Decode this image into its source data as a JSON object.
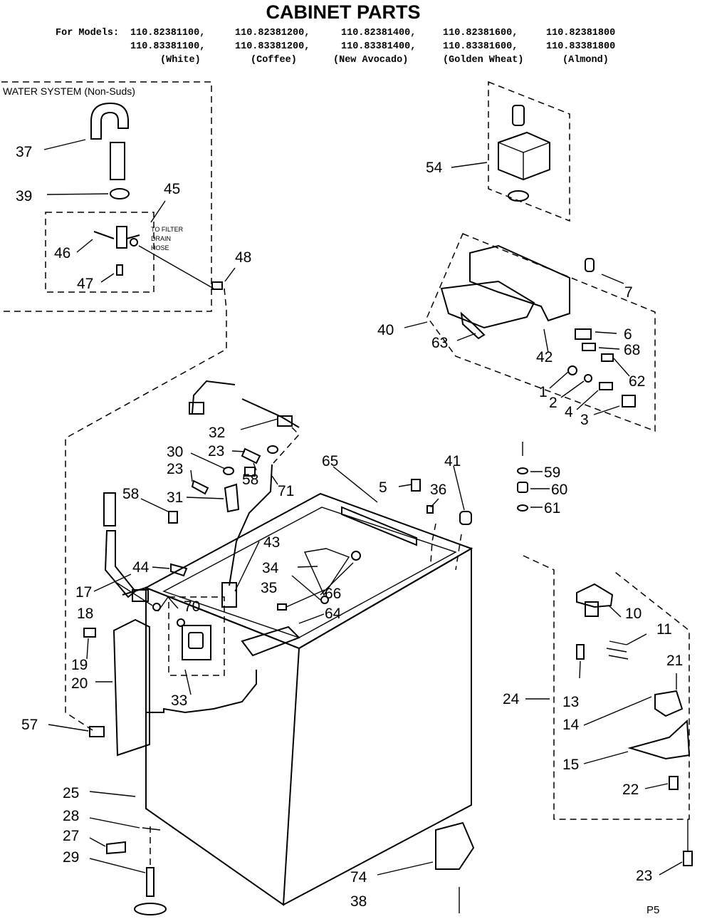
{
  "header": {
    "title": "CABINET PARTS",
    "for_models_label": "For Models:",
    "models_row1": [
      "110.82381100,",
      "110.82381200,",
      "110.82381400,",
      "110.82381600,",
      "110.82381800"
    ],
    "models_row2": [
      "110.83381100,",
      "110.83381200,",
      "110.83381400,",
      "110.83381600,",
      "110.83381800"
    ],
    "colors": [
      "(White)",
      "(Coffee)",
      "(New Avocado)",
      "(Golden Wheat)",
      "(Almond)"
    ]
  },
  "water_system": {
    "label": "WATER SYSTEM (Non-Suds)",
    "note_line1": "TO FILTER",
    "note_line2": "DRAIN",
    "note_line3": "HOSE"
  },
  "part_numbers": {
    "p1": "1",
    "p2": "2",
    "p3": "3",
    "p4": "4",
    "p5": "5",
    "p6": "6",
    "p7": "7",
    "p10": "10",
    "p11": "11",
    "p13": "13",
    "p14": "14",
    "p15": "15",
    "p17": "17",
    "p18": "18",
    "p19": "19",
    "p20": "20",
    "p21": "21",
    "p22": "22",
    "p23a": "23",
    "p23b": "23",
    "p23c": "23",
    "p24": "24",
    "p25": "25",
    "p27": "27",
    "p28": "28",
    "p29": "29",
    "p30": "30",
    "p31": "31",
    "p32": "32",
    "p33": "33",
    "p34": "34",
    "p35": "35",
    "p36": "36",
    "p37": "37",
    "p38": "38",
    "p39": "39",
    "p40": "40",
    "p41": "41",
    "p42": "42",
    "p43": "43",
    "p44": "44",
    "p45": "45",
    "p46": "46",
    "p47": "47",
    "p48": "48",
    "p54": "54",
    "p57": "57",
    "p58a": "58",
    "p58b": "58",
    "p59": "59",
    "p60": "60",
    "p61": "61",
    "p62": "62",
    "p63": "63",
    "p64": "64",
    "p65": "65",
    "p66": "66",
    "p68": "68",
    "p70": "70",
    "p71": "71",
    "p74": "74"
  },
  "footer": {
    "page_code": "P5"
  }
}
